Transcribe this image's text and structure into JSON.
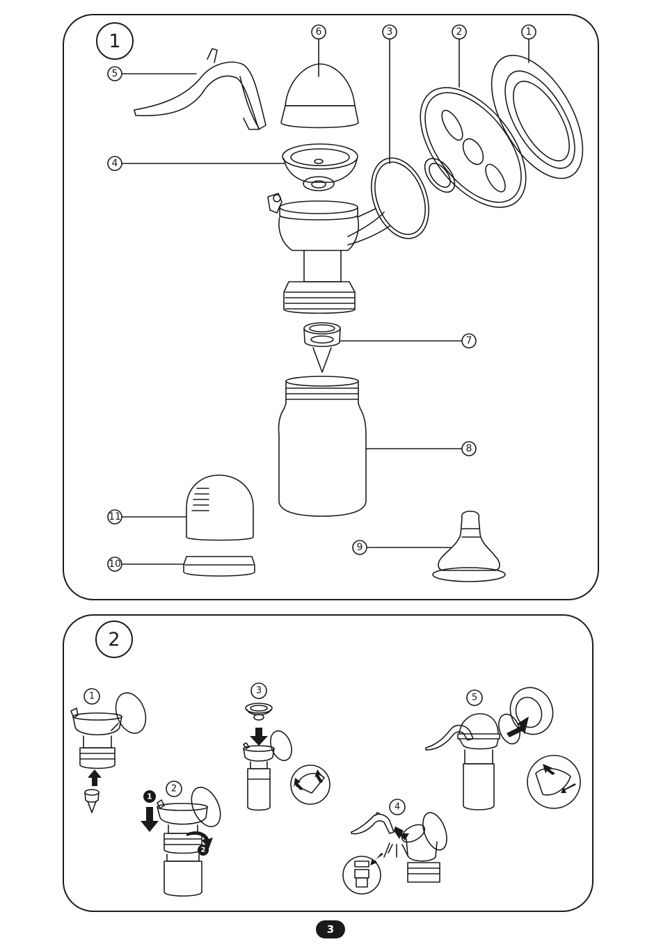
{
  "section1": {
    "number": "1"
  },
  "section2": {
    "number": "2"
  },
  "parts": [
    {
      "id": "1"
    },
    {
      "id": "2"
    },
    {
      "id": "3"
    },
    {
      "id": "4"
    },
    {
      "id": "5"
    },
    {
      "id": "6"
    },
    {
      "id": "7"
    },
    {
      "id": "8"
    },
    {
      "id": "9"
    },
    {
      "id": "10"
    },
    {
      "id": "11"
    }
  ],
  "steps": [
    {
      "id": "1"
    },
    {
      "id": "2"
    },
    {
      "id": "3"
    },
    {
      "id": "4"
    },
    {
      "id": "5"
    }
  ],
  "step2_arrows": {
    "first": "1",
    "second": "2"
  },
  "page": {
    "number": "3"
  }
}
